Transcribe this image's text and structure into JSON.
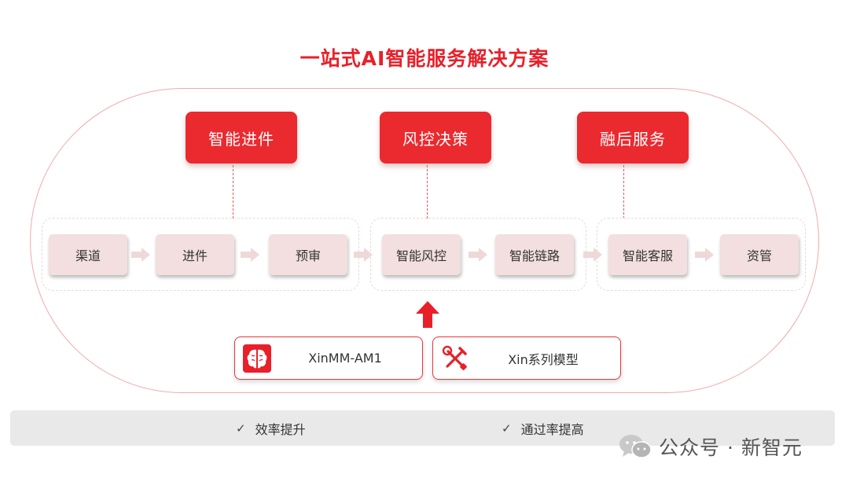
{
  "title": "一站式AI智能服务解决方案",
  "headers": [
    "智能进件",
    "风控决策",
    "融后服务"
  ],
  "steps": [
    "渠道",
    "进件",
    "预审",
    "智能风控",
    "智能链路",
    "智能客服",
    "资管"
  ],
  "models": [
    {
      "label": "XinMM-AM1",
      "icon": "brain-icon"
    },
    {
      "label": "Xin系列模型",
      "icon": "tools-icon"
    }
  ],
  "benefits": [
    "效率提升",
    "通过率提高"
  ],
  "check_glyph": "✓",
  "watermark": {
    "text": "公众号 · 新智元",
    "icon": "wechat-icon"
  },
  "colors": {
    "accent": "#e8202a",
    "step_fill": "#f3dfdf",
    "bar": "#e9e9e9"
  }
}
